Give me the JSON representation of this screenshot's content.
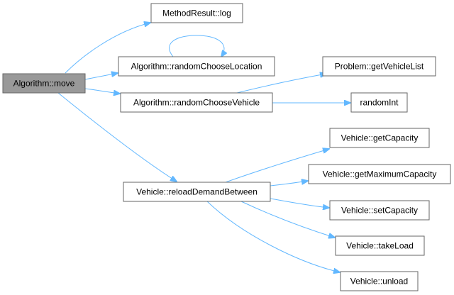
{
  "graph": {
    "edge_color": "#63b8ff",
    "root_fill": "#999999",
    "node_fill": "#ffffff",
    "node_border": "#666666",
    "nodes": {
      "move": "Algorithm::move",
      "log": "MethodResult::log",
      "randomChooseLocation": "Algorithm::randomChooseLocation",
      "randomChooseVehicle": "Algorithm::randomChooseVehicle",
      "getVehicleList": "Problem::getVehicleList",
      "randomInt": "randomInt",
      "reloadDemandBetween": "Vehicle::reloadDemandBetween",
      "getCapacity": "Vehicle::getCapacity",
      "getMaximumCapacity": "Vehicle::getMaximumCapacity",
      "setCapacity": "Vehicle::setCapacity",
      "takeLoad": "Vehicle::takeLoad",
      "unload": "Vehicle::unload"
    },
    "edges": [
      [
        "move",
        "log"
      ],
      [
        "move",
        "randomChooseLocation"
      ],
      [
        "randomChooseLocation",
        "randomChooseLocation"
      ],
      [
        "move",
        "randomChooseVehicle"
      ],
      [
        "randomChooseVehicle",
        "getVehicleList"
      ],
      [
        "randomChooseVehicle",
        "randomInt"
      ],
      [
        "move",
        "reloadDemandBetween"
      ],
      [
        "reloadDemandBetween",
        "getCapacity"
      ],
      [
        "reloadDemandBetween",
        "getMaximumCapacity"
      ],
      [
        "reloadDemandBetween",
        "setCapacity"
      ],
      [
        "reloadDemandBetween",
        "takeLoad"
      ],
      [
        "reloadDemandBetween",
        "unload"
      ]
    ]
  }
}
